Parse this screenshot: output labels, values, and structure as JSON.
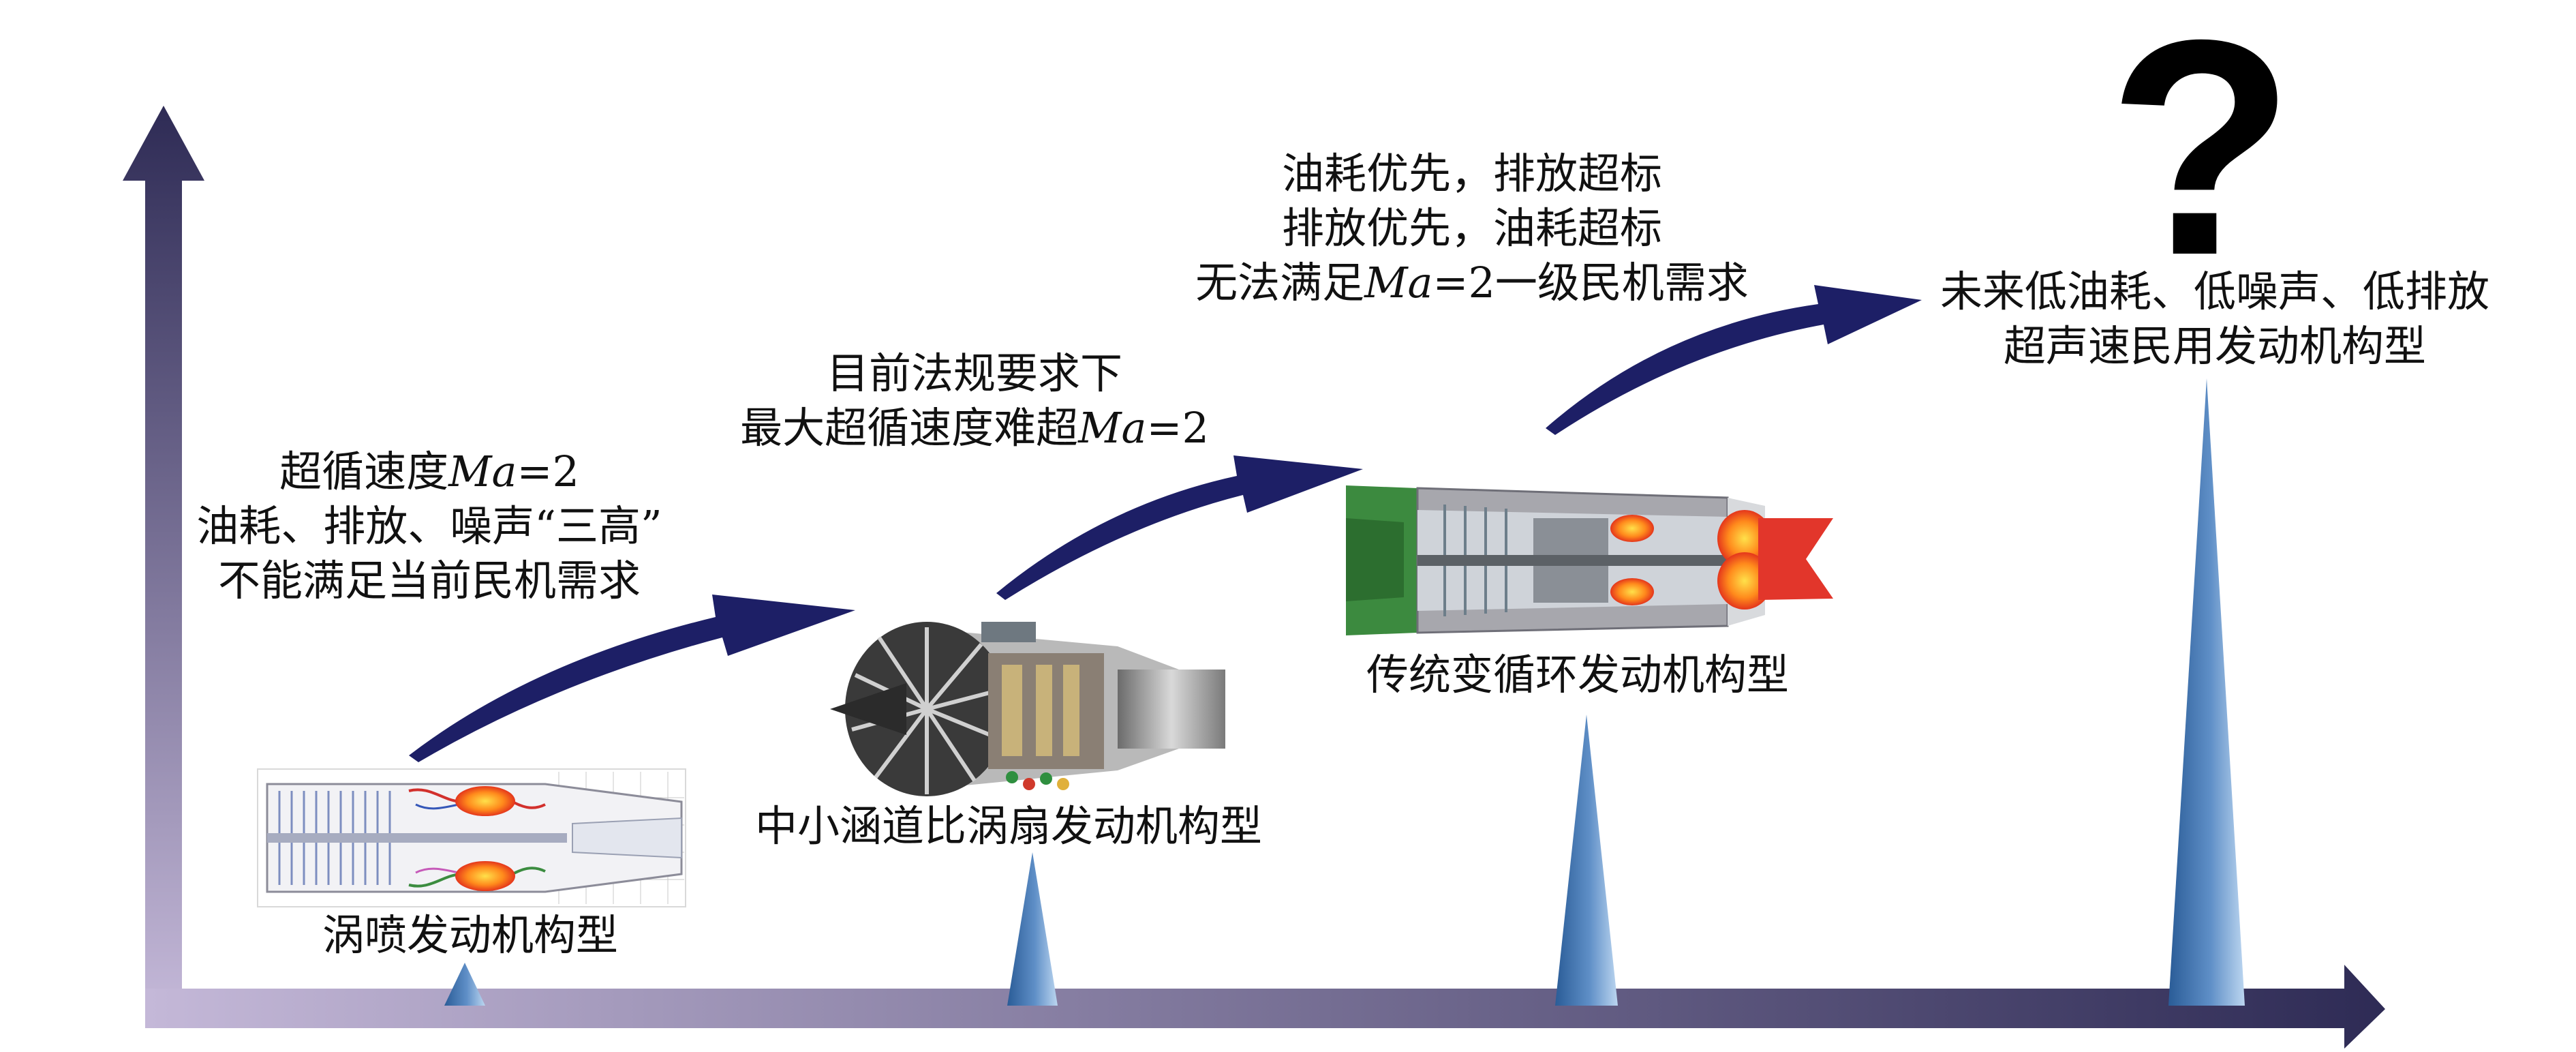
{
  "stages": [
    {
      "id": "turbojet",
      "caption": "涡喷发动机构型",
      "notes": [
        {
          "pre": "超循速度",
          "ital": "Ma",
          "post": "=2"
        },
        {
          "pre": "油耗、排放、噪声“三高”"
        },
        {
          "pre": "不能满足当前民机需求"
        }
      ]
    },
    {
      "id": "low-bypass-turbofan",
      "caption": "中小涵道比涡扇发动机构型",
      "notes": [
        {
          "pre": "目前法规要求下"
        },
        {
          "pre": "最大超循速度难超",
          "ital": "Ma",
          "post": "=2"
        }
      ]
    },
    {
      "id": "variable-cycle",
      "caption": "传统变循环发动机构型",
      "notes": [
        {
          "pre": "油耗优先，排放超标"
        },
        {
          "pre": "排放优先，油耗超标"
        },
        {
          "pre": "无法满足",
          "ital": "Ma",
          "post": "=2一级民机需求"
        }
      ]
    },
    {
      "id": "future",
      "caption": "",
      "notes": [
        {
          "pre": "未来低油耗、低噪声、低排放"
        },
        {
          "pre": "超声速民用发动机构型"
        }
      ]
    }
  ],
  "question_mark": "?",
  "colors": {
    "axis_dark": "#2e2b55",
    "axis_light": "#c4b8d8",
    "arrow": "#1d1f66",
    "spike_dark": "#2a5c97",
    "spike_light": "#9fc1e6"
  }
}
